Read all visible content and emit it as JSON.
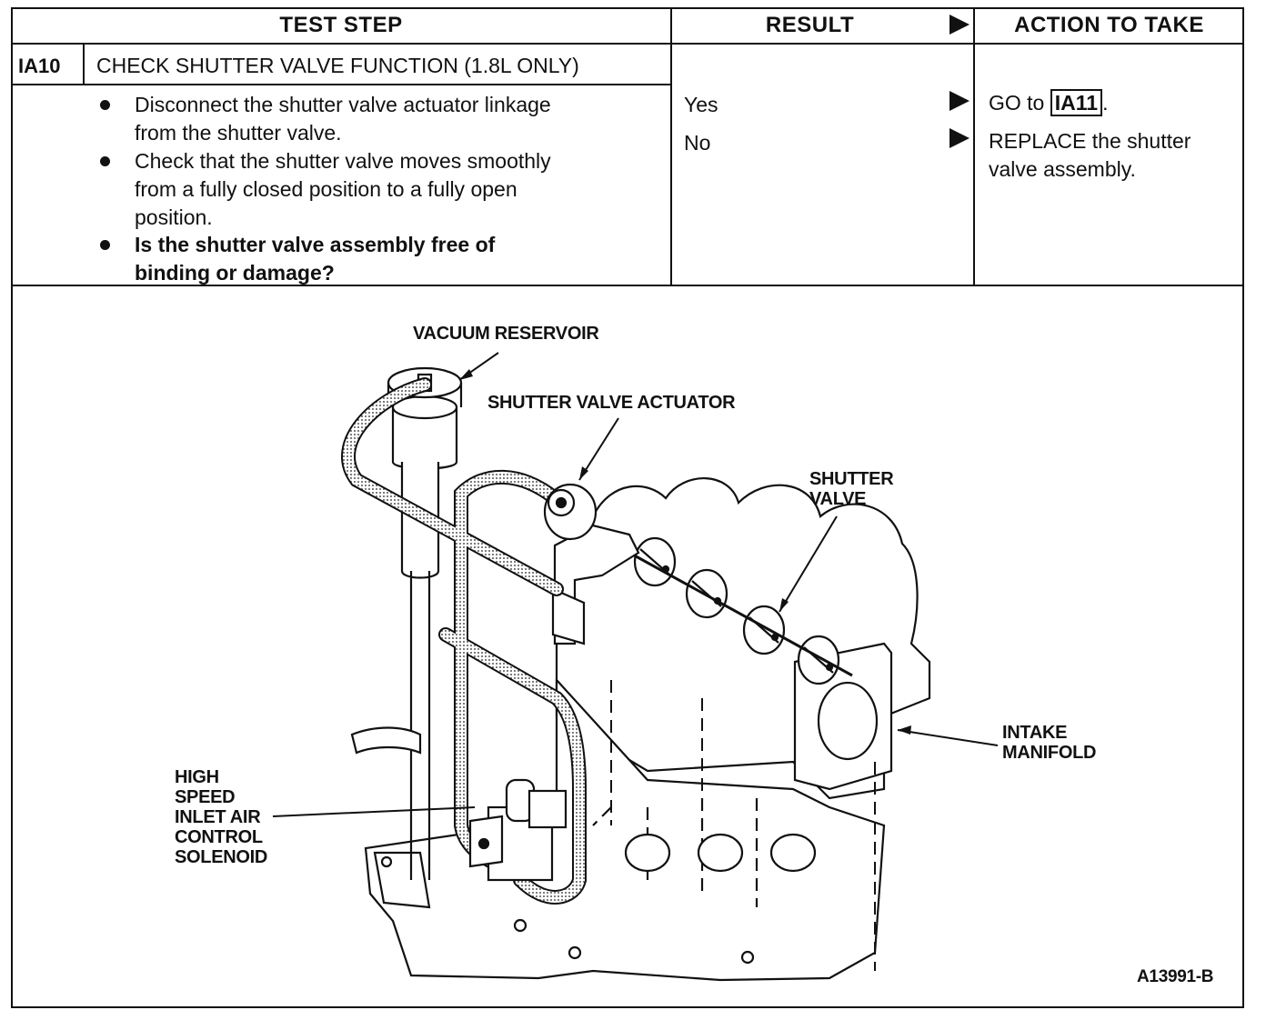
{
  "table": {
    "headers": {
      "test_step": "TEST STEP",
      "result": "RESULT",
      "action": "ACTION TO TAKE"
    },
    "step_id": "IA10",
    "step_title": "CHECK SHUTTER VALVE FUNCTION (1.8L ONLY)",
    "instructions": [
      {
        "line1": "Disconnect the shutter valve actuator linkage",
        "line2": "from the shutter valve.",
        "line3": ""
      },
      {
        "line1": "Check that the shutter valve moves smoothly",
        "line2": "from a fully closed position to a fully open",
        "line3": "position."
      },
      {
        "line1": "Is the shutter valve assembly free of",
        "line2": "binding or damage?",
        "line3": ""
      }
    ],
    "results": [
      "Yes",
      "No"
    ],
    "actions": {
      "yes_prefix": "GO to ",
      "yes_ref": "IA11",
      "yes_suffix": ".",
      "no_line1": "REPLACE the shutter",
      "no_line2": "valve assembly."
    }
  },
  "figure": {
    "labels": {
      "vacuum_reservoir": "VACUUM RESERVOIR",
      "shutter_valve_actuator": "SHUTTER VALVE ACTUATOR",
      "shutter_valve": "SHUTTER\nVALVE",
      "intake_manifold": "INTAKE\nMANIFOLD",
      "solenoid": "HIGH\nSPEED\nINLET AIR\nCONTROL\nSOLENOID"
    },
    "figure_id": "A13991-B"
  }
}
